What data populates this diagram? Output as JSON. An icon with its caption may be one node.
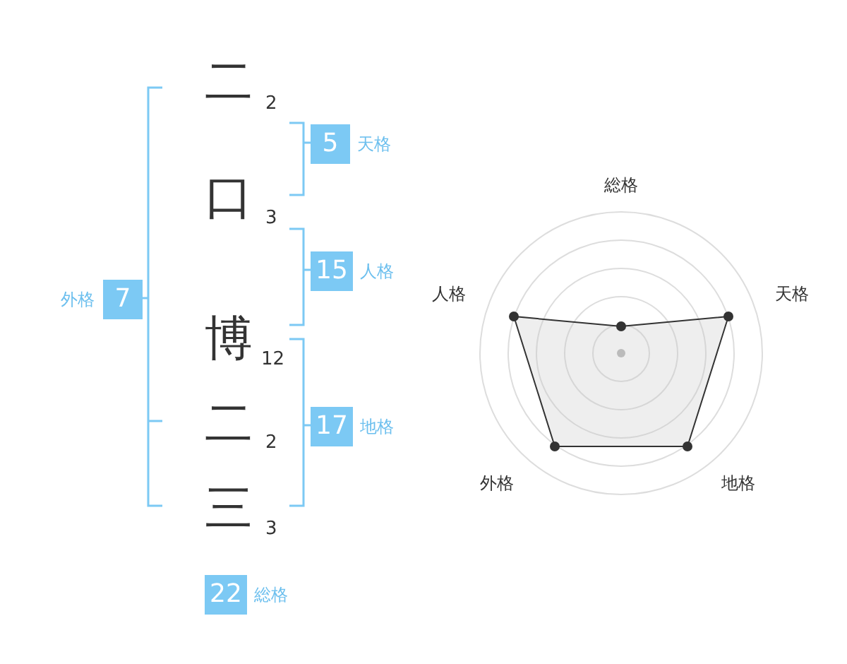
{
  "diagram": {
    "nodes": [
      {
        "text": [
          "5"
        ],
        "beside": [
          "天格"
        ]
      },
      {
        "text": [
          "15"
        ],
        "beside": [
          "人格"
        ]
      },
      {
        "text": [
          "7"
        ],
        "beside": [
          "外格"
        ]
      },
      {
        "text": [
          "17"
        ],
        "beside": [
          "地格"
        ]
      },
      {
        "text": [
          "22"
        ],
        "beside": [
          "総格"
        ]
      }
    ],
    "labels": [
      "二",
      "2",
      "口",
      "3",
      "博",
      "12",
      "二",
      "2",
      "三",
      "3",
      "総格",
      "人格",
      "天格",
      "外格",
      "地格"
    ]
  }
}
